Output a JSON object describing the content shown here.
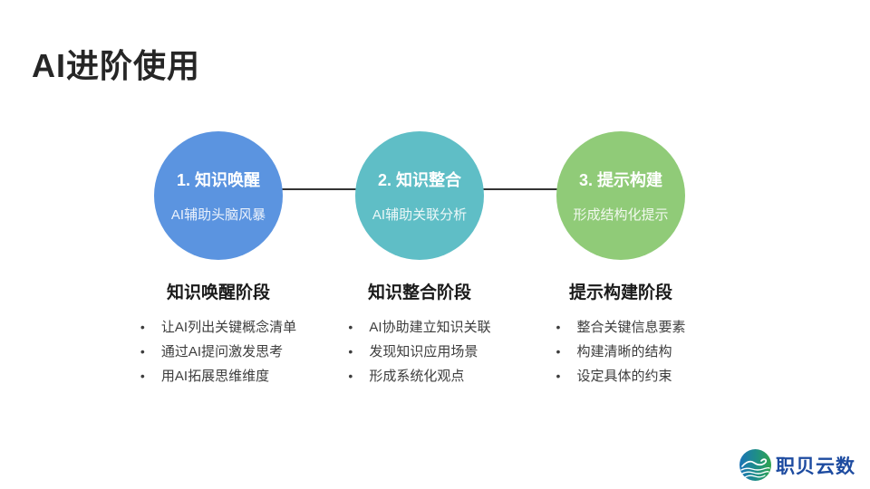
{
  "slide": {
    "title": "AI进阶使用",
    "stages": [
      {
        "circle_label": "1. 知识唤醒",
        "circle_subtitle": "AI辅助头脑风暴",
        "color": "#5b94e0",
        "section_title": "知识唤醒阶段",
        "bullets": [
          "让AI列出关键概念清单",
          "通过AI提问激发思考",
          "用AI拓展思维维度"
        ]
      },
      {
        "circle_label": "2. 知识整合",
        "circle_subtitle": "AI辅助关联分析",
        "color": "#5fbec6",
        "section_title": "知识整合阶段",
        "bullets": [
          "AI协助建立知识关联",
          "发现知识应用场景",
          "形成系统化观点"
        ]
      },
      {
        "circle_label": "3. 提示构建",
        "circle_subtitle": "形成结构化提示",
        "color": "#90cb78",
        "section_title": "提示构建阶段",
        "bullets": [
          "整合关键信息要素",
          "构建清晰的结构",
          "设定具体的约束"
        ]
      }
    ],
    "connector_color": "#333333",
    "logo": {
      "text": "职贝云数",
      "text_color": "#1d4ba0",
      "icon": "wave-globe-icon",
      "icon_gradient": [
        "#1b74b8",
        "#2fa44e"
      ]
    }
  }
}
